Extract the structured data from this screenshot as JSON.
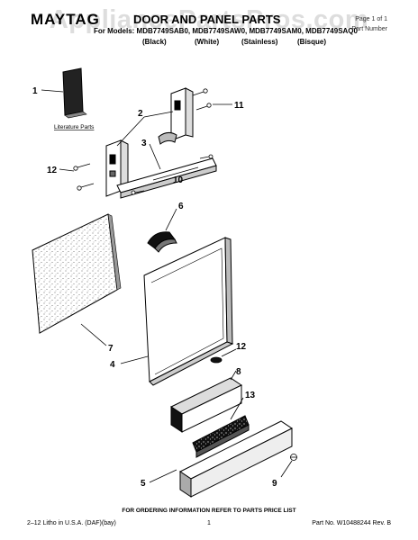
{
  "header": {
    "brand": "MAYTAG",
    "title": "DOOR AND PANEL PARTS",
    "models_line": "For Models: MDB7749SAB0, MDB7749SAW0, MDB7749SAM0, MDB7749SAQ0",
    "variants": [
      "(Black)",
      "(White)",
      "(Stainless)",
      "(Bisque)"
    ],
    "corner_line1": "Page 1 of 1",
    "corner_line2": "Part Number"
  },
  "watermark": "AppliancePartsPros.com",
  "literature_label": "Literature Parts",
  "callouts": [
    "1",
    "2",
    "3",
    "4",
    "5",
    "6",
    "7",
    "8",
    "9",
    "10",
    "11",
    "12",
    "12",
    "13"
  ],
  "footer": {
    "ordering_note": "FOR ORDERING INFORMATION REFER TO PARTS PRICE LIST",
    "left": "2–12 Litho in U.S.A. (DAF)(bay)",
    "center": "1",
    "right": "Part No. W10488244 Rev. B"
  }
}
